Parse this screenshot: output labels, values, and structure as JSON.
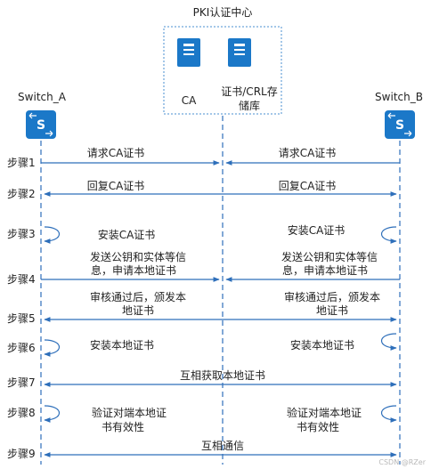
{
  "pki_center": {
    "title": "PKI认证中心",
    "ca_label": "CA",
    "repo_label_line1": "证书/CRL存",
    "repo_label_line2": "储库"
  },
  "devices": {
    "switch_a": "Switch_A",
    "switch_b": "Switch_B"
  },
  "steps": [
    {
      "label": "步骤1",
      "left": [
        "请求CA证书"
      ],
      "right": [
        "请求CA证书"
      ]
    },
    {
      "label": "步骤2",
      "left": [
        "回复CA证书"
      ],
      "right": [
        "回复CA证书"
      ]
    },
    {
      "label": "步骤3",
      "left": [
        "安装CA证书"
      ],
      "right": [
        "安装CA证书"
      ]
    },
    {
      "label": "步骤4",
      "left": [
        "发送公钥和实体等信",
        "息，申请本地证书"
      ],
      "right": [
        "发送公钥和实体等信",
        "息，申请本地证书"
      ]
    },
    {
      "label": "步骤5",
      "left": [
        "审核通过后，颁发本",
        "地证书"
      ],
      "right": [
        "审核通过后，颁发本",
        "地证书"
      ]
    },
    {
      "label": "步骤6",
      "left": [
        "安装本地证书"
      ],
      "right": [
        "安装本地证书"
      ]
    },
    {
      "label": "步骤7",
      "center": [
        "互相获取本地证书"
      ]
    },
    {
      "label": "步骤8",
      "left": [
        "验证对端本地证",
        "书有效性"
      ],
      "right": [
        "验证对端本地证",
        "书有效性"
      ]
    },
    {
      "label": "步骤9",
      "center": [
        "互相通信"
      ]
    }
  ],
  "watermark": "CSDN @RZer",
  "colors": {
    "line": "#2e6fba",
    "icon": "#1b78c8",
    "box_border": "#4a8fd0",
    "text": "#222222"
  }
}
